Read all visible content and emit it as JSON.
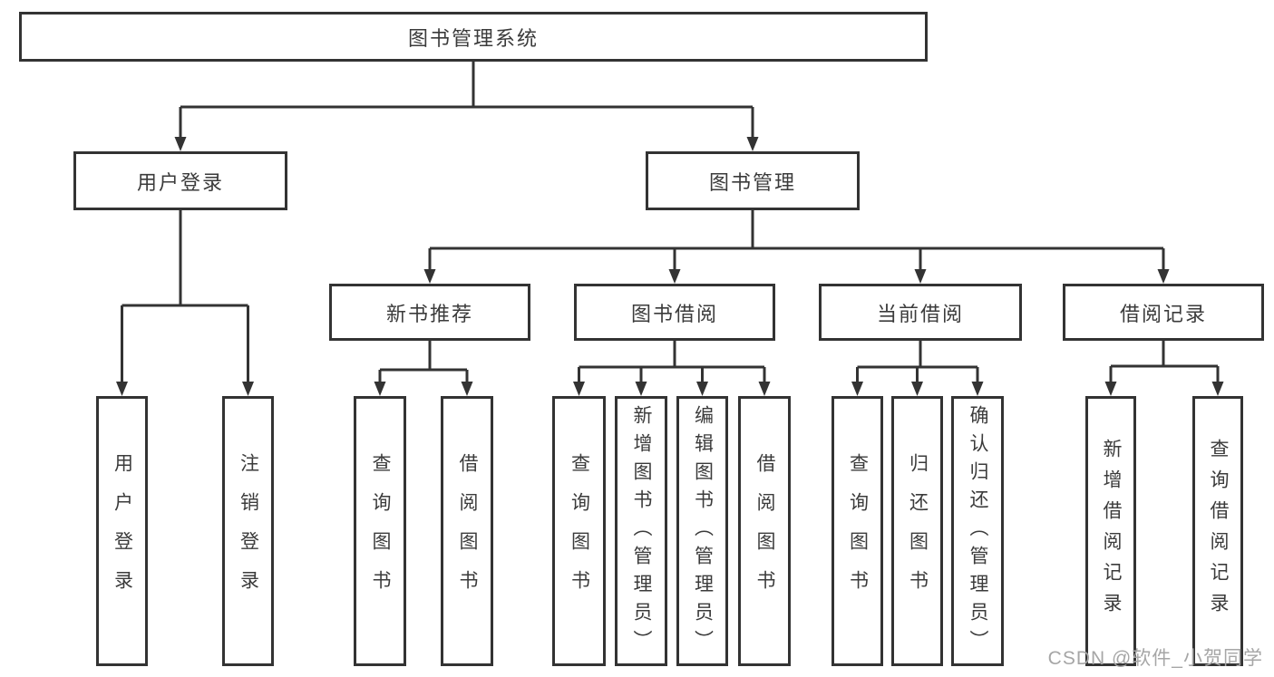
{
  "diagram": {
    "root": {
      "label": "图书管理系统"
    },
    "level2": [
      {
        "label": "用户登录"
      },
      {
        "label": "图书管理"
      }
    ],
    "level3": [
      {
        "label": "新书推荐"
      },
      {
        "label": "图书借阅"
      },
      {
        "label": "当前借阅"
      },
      {
        "label": "借阅记录"
      }
    ],
    "leaves": {
      "user_login": [
        {
          "label": "用户登录"
        },
        {
          "label": "注销登录"
        }
      ],
      "new_books": [
        {
          "label": "查询图书"
        },
        {
          "label": "借阅图书"
        }
      ],
      "book_borrow": [
        {
          "label": "查询图书"
        },
        {
          "label": "新增图书（管理员）"
        },
        {
          "label": "编辑图书（管理员）"
        },
        {
          "label": "借阅图书"
        }
      ],
      "current_borrow": [
        {
          "label": "查询图书"
        },
        {
          "label": "归还图书"
        },
        {
          "label": "确认归还（管理员）"
        }
      ],
      "borrow_records": [
        {
          "label": "新增借阅记录"
        },
        {
          "label": "查询借阅记录"
        }
      ]
    }
  },
  "watermark": {
    "text": "CSDN @软件_小贺同学"
  },
  "colors": {
    "line": "#333333",
    "text": "#3b3b3b",
    "watermark": "#a6a6a6",
    "background": "#ffffff"
  }
}
